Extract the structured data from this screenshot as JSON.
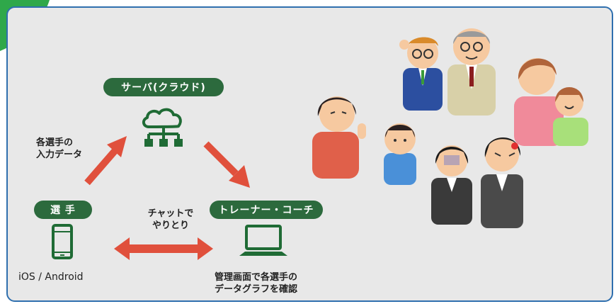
{
  "nodes": {
    "server": {
      "label": "サーバ(クラウド)",
      "icon": "cloud-server-icon"
    },
    "player": {
      "label": "選 手",
      "icon": "smartphone-icon",
      "platform": "iOS / Android"
    },
    "trainer": {
      "label": "トレーナー・コーチ",
      "icon": "laptop-icon"
    }
  },
  "edges": {
    "player_to_server": "各選手の\n入力データ",
    "chat": "チャットで\nやりとり",
    "trainer_caption": "管理画面で各選手の\nデータグラフを確認"
  },
  "colors": {
    "pill": "#2c6a3d",
    "arrow": "#e0503c",
    "border": "#2f6fae",
    "accent": "#2fa84a"
  },
  "illustrations": [
    "confused-businessman-illustration",
    "elderly-businessman-illustration",
    "mother-and-daughter-illustration",
    "scolding-woman-illustration",
    "boy-illustration",
    "troubled-businesswoman-illustration",
    "angry-businesswoman-illustration"
  ]
}
